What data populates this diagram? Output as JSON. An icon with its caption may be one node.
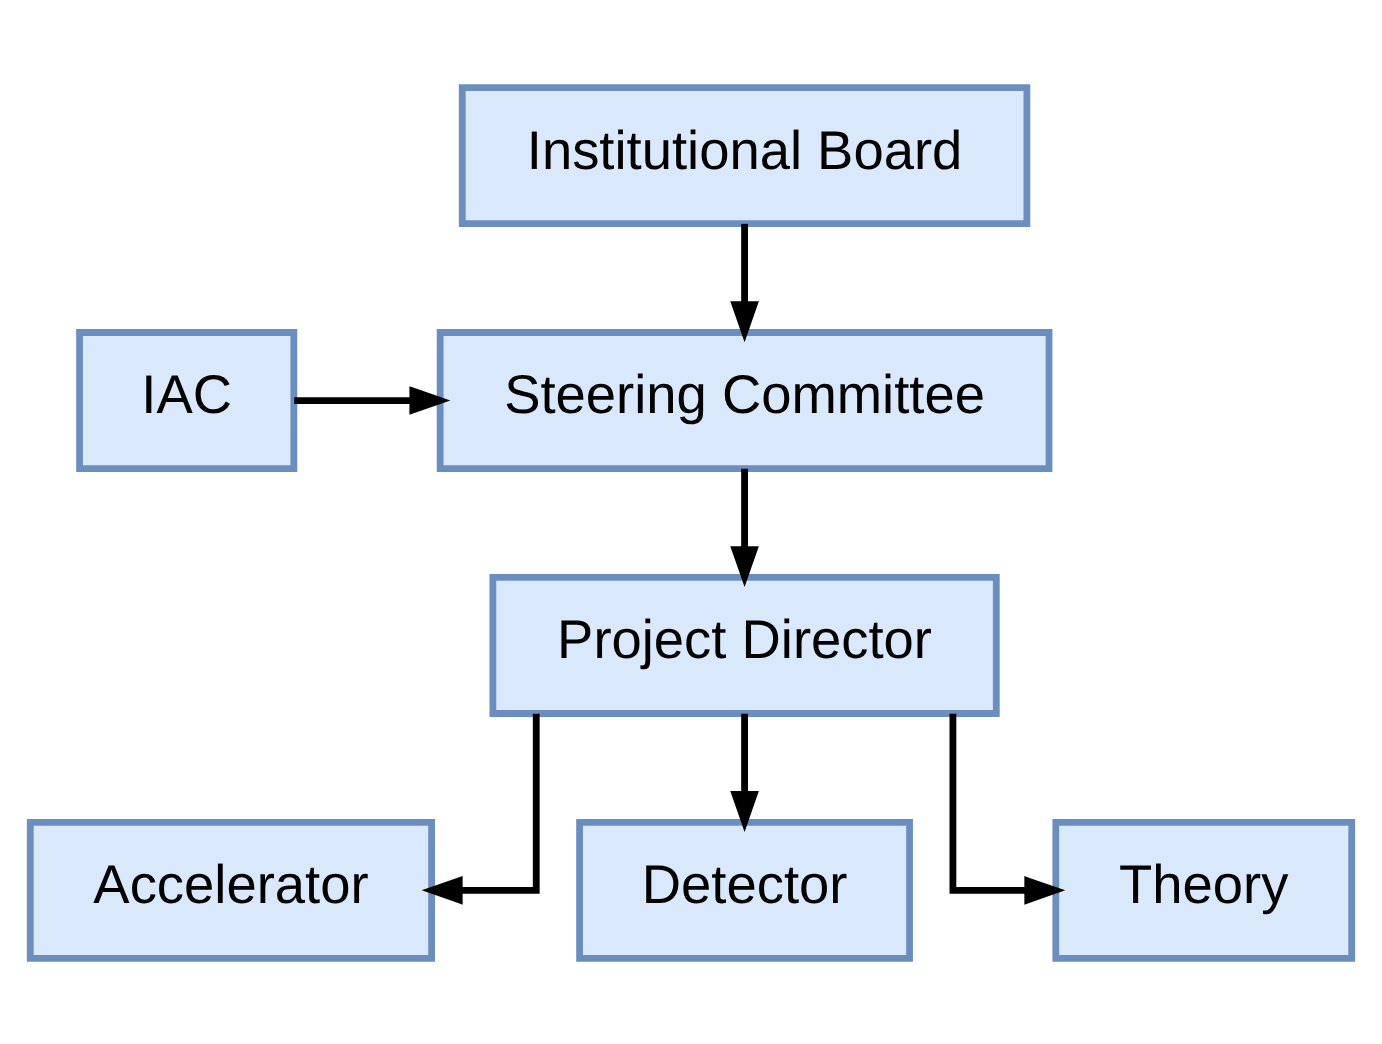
{
  "diagram": {
    "nodes": [
      {
        "text": [
          "Institutional Board"
        ]
      },
      {
        "text": [
          "IAC"
        ]
      },
      {
        "text": [
          "Steering Committee"
        ]
      },
      {
        "text": [
          "Project Director"
        ]
      },
      {
        "text": [
          "Accelerator"
        ]
      },
      {
        "text": [
          "Detector"
        ]
      },
      {
        "text": [
          "Theory"
        ]
      }
    ],
    "edges": [
      {
        "from": 0,
        "to": 2,
        "arrow": "to"
      },
      {
        "from": 1,
        "to": 2,
        "arrow": "to"
      },
      {
        "from": 2,
        "to": 3,
        "arrow": "to"
      },
      {
        "from": 3,
        "to": 4,
        "arrow": "to"
      },
      {
        "from": 3,
        "to": 5,
        "arrow": "to"
      },
      {
        "from": 3,
        "to": 6,
        "arrow": "to"
      }
    ]
  }
}
